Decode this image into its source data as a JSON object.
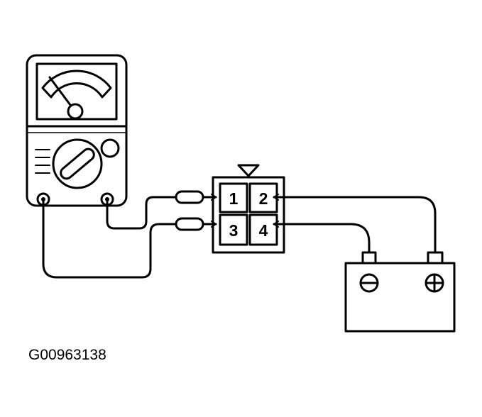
{
  "connector": {
    "pins": [
      {
        "label": "1"
      },
      {
        "label": "2"
      },
      {
        "label": "3"
      },
      {
        "label": "4"
      }
    ]
  },
  "battery": {
    "negative_icon": "minus-icon",
    "positive_icon": "plus-icon"
  },
  "multimeter": {
    "dial_icon": "selector-knob-icon"
  },
  "figure_id": "G00963138",
  "colors": {
    "line": "#000000",
    "background": "#ffffff"
  }
}
